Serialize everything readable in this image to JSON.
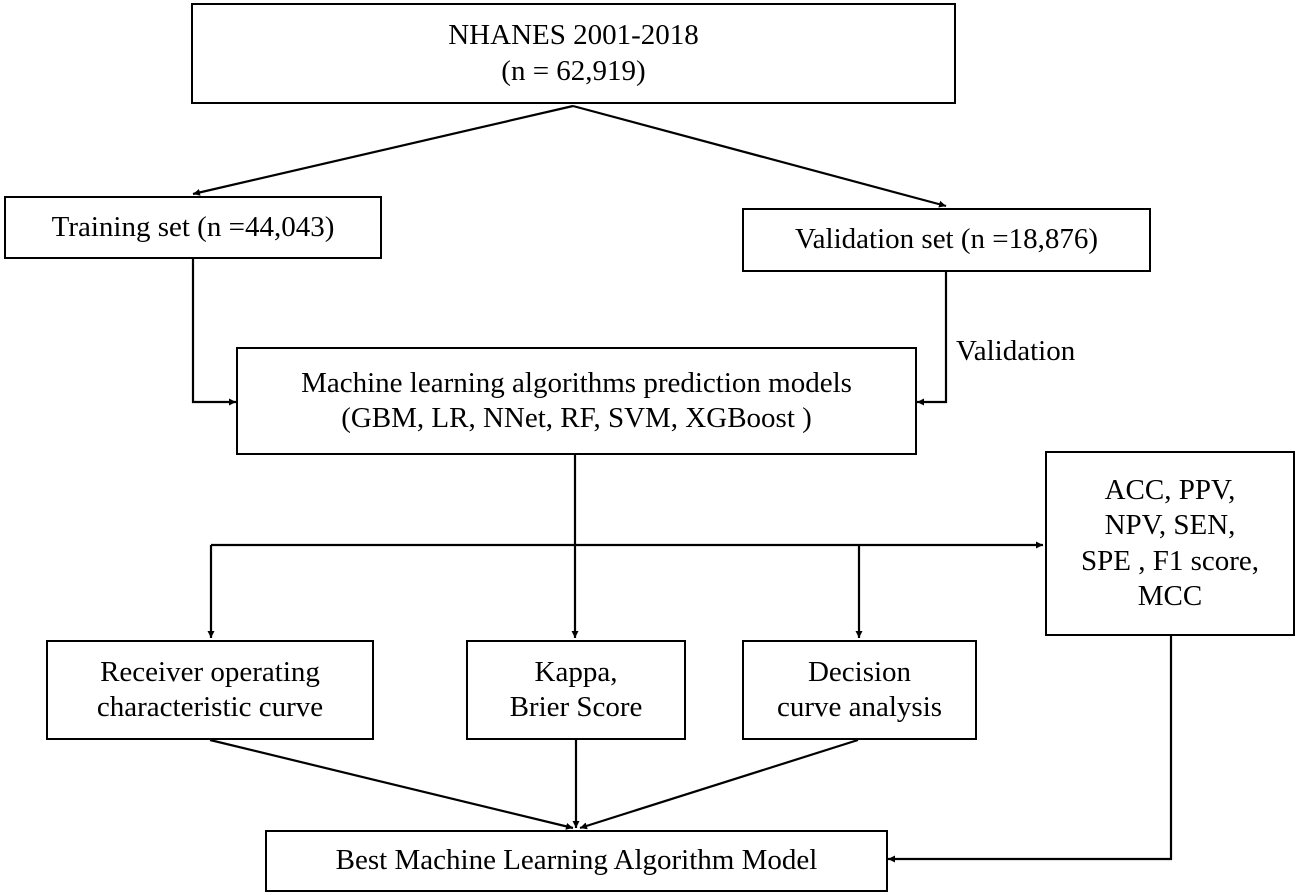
{
  "nodes": {
    "source": {
      "line1": "NHANES 2001-2018",
      "line2": "(n = 62,919)"
    },
    "training": {
      "line1": "Training set (n =44,043)"
    },
    "validation": {
      "line1": "Validation set (n =18,876)"
    },
    "models": {
      "line1": "Machine learning algorithms prediction models",
      "line2": "(GBM, LR, NNet, RF, SVM, XGBoost )"
    },
    "metrics": {
      "line1": "ACC, PPV,",
      "line2": "NPV, SEN,",
      "line3": "SPE , F1 score,",
      "line4": "MCC"
    },
    "roc": {
      "line1": "Receiver operating",
      "line2": "characteristic curve"
    },
    "kappa": {
      "line1": "Kappa,",
      "line2": "Brier Score"
    },
    "dca": {
      "line1": "Decision",
      "line2": "curve analysis"
    },
    "best": {
      "line1": "Best Machine Learning Algorithm Model"
    }
  },
  "edge_labels": {
    "validation": "Validation"
  },
  "colors": {
    "stroke": "#000000",
    "background": "#ffffff"
  }
}
